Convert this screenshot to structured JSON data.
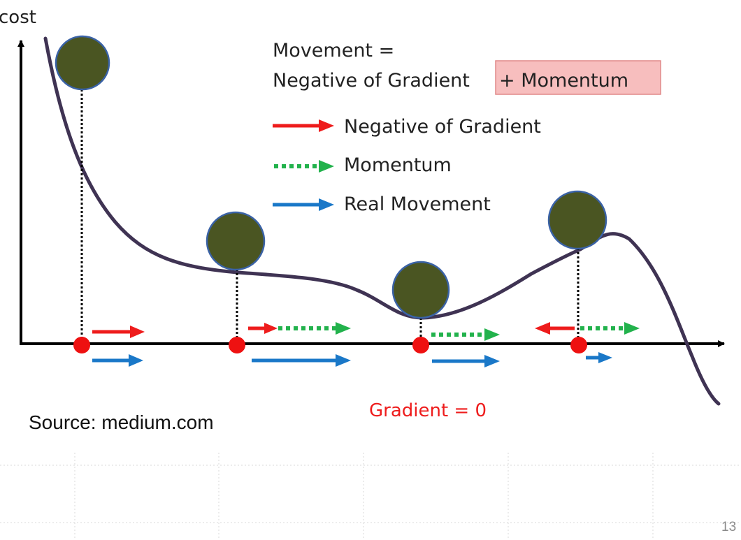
{
  "axis": {
    "y_label": "cost"
  },
  "formula": {
    "line1": "Movement =",
    "line2_part": "Negative of Gradient",
    "highlight": "+ Momentum",
    "highlight_fill": "#f7bebe",
    "highlight_stroke": "#e08888"
  },
  "legend": [
    {
      "label": "Negative of Gradient",
      "color": "#ee1c1c",
      "style": "solid",
      "icon": "red-arrow-icon"
    },
    {
      "label": "Momentum",
      "color": "#22b24c",
      "style": "dotted",
      "icon": "green-dotted-arrow-icon"
    },
    {
      "label": "Real Movement",
      "color": "#1a78c8",
      "style": "solid",
      "icon": "blue-arrow-icon"
    }
  ],
  "annotation": {
    "text": "Gradient = 0",
    "color": "#ee1c1c"
  },
  "source": "Source: medium.com",
  "page_number": "13",
  "colors": {
    "curve": "#3f3353",
    "ball": "#4a5522",
    "ball_stroke": "#3a62a6",
    "axis": "#000000",
    "point": "#ee1111"
  }
}
